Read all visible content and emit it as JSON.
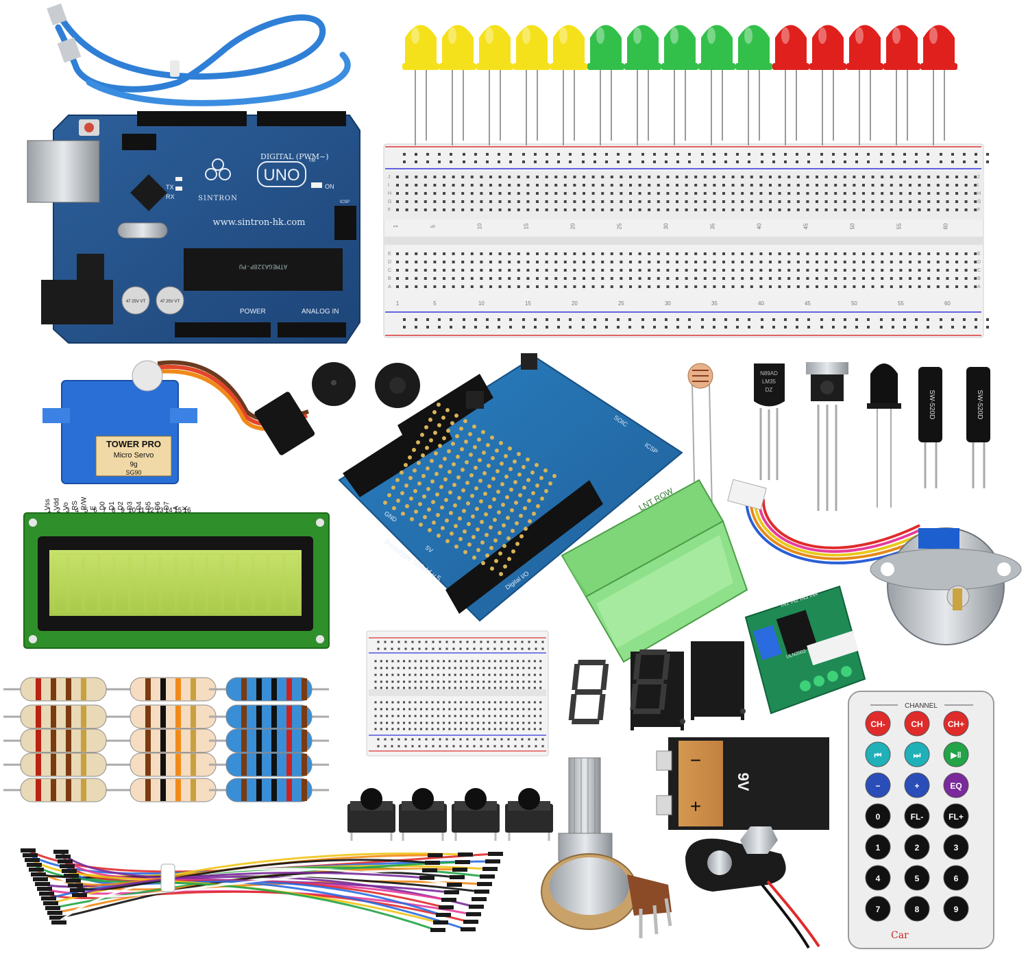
{
  "arduino": {
    "model": "UNO",
    "brand": "SINTRON",
    "url": "www.sintron-hk.com",
    "digital_label": "DIGITAL (PWM~)",
    "power_label": "POWER",
    "analog_label": "ANALOG IN",
    "on_label": "ON",
    "tx_label": "TX",
    "rx_label": "RX",
    "tm_mark": "TM",
    "chip_text": "ATMEGA328P-PU",
    "cap1": "47 25V VT",
    "cap2": "47 25V VT",
    "icsp_label": "ICSP"
  },
  "breadboard": {
    "column_numbers": [
      "1",
      "5",
      "10",
      "15",
      "20",
      "25",
      "30",
      "35",
      "40",
      "45",
      "50",
      "55",
      "60"
    ],
    "row_letters_top": [
      "J",
      "I",
      "H",
      "G",
      "F"
    ],
    "row_letters_bottom": [
      "E",
      "D",
      "C",
      "B",
      "A"
    ]
  },
  "servo": {
    "brand": "TOWER PRO",
    "model_line": "Micro Servo",
    "weight": "9g",
    "model": "SG90"
  },
  "lcd": {
    "pin_names": [
      "Vss",
      "Vdd",
      "Vo",
      "RS",
      "R/W",
      "E",
      "D0",
      "D1",
      "D2",
      "D3",
      "D4",
      "D5",
      "D6",
      "D7",
      "A",
      "K"
    ],
    "pin_numbers": [
      "1",
      "2",
      "3",
      "4",
      "5",
      "6",
      "7",
      "8",
      "9",
      "10",
      "11",
      "12",
      "13",
      "14",
      "15",
      "16"
    ]
  },
  "proto_shield": {
    "title": "Prototype Shield v.5",
    "gnd": "GND",
    "fivev": "5V",
    "digital": "Digital I/O",
    "soic": "SOIC",
    "icsp": "ICSP"
  },
  "temp_sensor": {
    "line1": "N89AD",
    "line2": "LM35",
    "line3": "DZ"
  },
  "tilt_switches": [
    {
      "text": "SW-520D"
    },
    {
      "text": "SW-520D"
    }
  ],
  "parts_box": {
    "brand": "LNT ROW"
  },
  "driver_board": {
    "pins": "IN1 IN2 IN3 IN4",
    "chip": "ULN2003"
  },
  "battery": {
    "voltage": "9V",
    "minus": "−",
    "plus": "+"
  },
  "remote": {
    "header": "CHANNEL",
    "buttons": [
      "CH-",
      "CH",
      "CH+",
      "⏮",
      "⏭",
      "▶‖",
      "−",
      "+",
      "EQ",
      "0",
      "FL-",
      "FL+",
      "1",
      "2",
      "3",
      "4",
      "5",
      "6",
      "7",
      "8",
      "9"
    ],
    "button_colors": [
      "#e02b2b",
      "#e02b2b",
      "#e02b2b",
      "#1fb0b8",
      "#1fb0b8",
      "#22a447",
      "#2a4db8",
      "#2a4db8",
      "#7a2a9a",
      "#111111",
      "#111111",
      "#111111",
      "#111111",
      "#111111",
      "#111111",
      "#111111",
      "#111111",
      "#111111",
      "#111111",
      "#111111",
      "#111111"
    ],
    "logo": "Car"
  },
  "leds": {
    "colors": [
      "#f4e11b",
      "#f4e11b",
      "#f4e11b",
      "#f4e11b",
      "#f4e11b",
      "#33c04a",
      "#33c04a",
      "#33c04a",
      "#33c04a",
      "#33c04a",
      "#e0201d",
      "#e0201d",
      "#e0201d",
      "#e0201d",
      "#e0201d"
    ]
  },
  "segments": {
    "digit1": "8",
    "digit2": "8"
  }
}
